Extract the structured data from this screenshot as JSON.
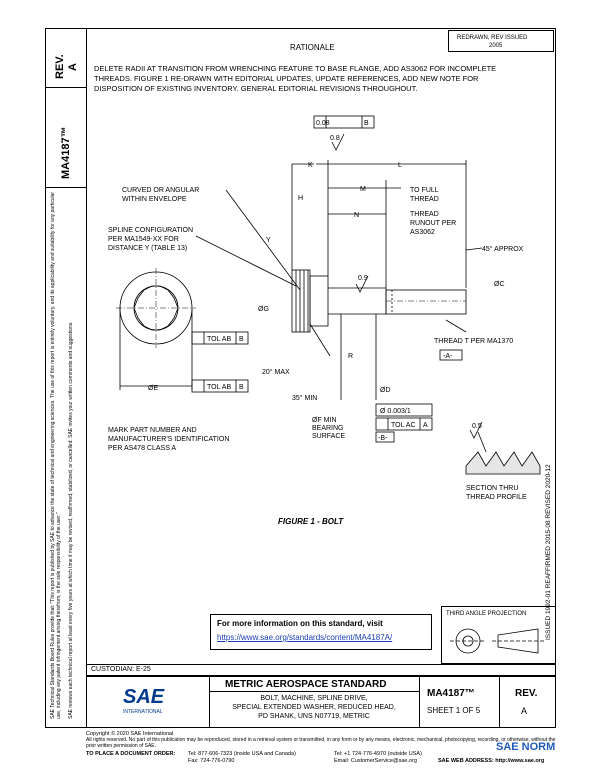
{
  "sidebar": {
    "rev_label": "REV.",
    "rev_value": "A",
    "doc_number": "MA4187™",
    "legal_text_1": "SAE Technical Standards Board Rules provide that: \"This report is published by SAE to advance the state of technical and engineering sciences. The use of this report is entirely voluntary, and its applicability and suitability for any particular use, including any patent infringement arising therefrom, is the sole responsibility of the user.\"",
    "legal_text_2": "SAE reviews each technical report at least every five years at which time it may be revised, reaffirmed, stabilized, or cancelled. SAE invites your written comments and suggestions."
  },
  "header": {
    "rationale_title": "RATIONALE",
    "stamp_line1": "REDRAWN, REV ISSUED",
    "stamp_line2": "2005",
    "rationale_text": [
      "DELETE RADII AT TRANSITION FROM WRENCHING FEATURE TO BASE FLANGE, ADD AS3062 FOR INCOMPLETE",
      "THREADS. FIGURE 1 RE-DRAWN WITH EDITORIAL UPDATES, UPDATE REFERENCES, ADD NEW NOTE FOR",
      "DISPOSITION OF EXISTING INVENTORY. GENERAL EDITORIAL REVISIONS THROUGHOUT."
    ]
  },
  "drawing": {
    "tol_008": "0.08",
    "datum_b": "B",
    "finish_08": "0.8",
    "dim_k": "K",
    "dim_l": "L",
    "dim_h": "H",
    "dim_m": "M",
    "dim_n": "N",
    "dim_y": "Y",
    "dim_g": "ØG",
    "dim_c": "ØC",
    "dim_e": "ØE",
    "dim_r": "R",
    "dim_d": "ØD",
    "finish_09": "0.9",
    "note_curved": [
      "CURVED OR ANGULAR",
      "WITHIN ENVELOPE"
    ],
    "note_spline": [
      "SPLINE CONFIGURATION",
      "PER MA1549-XX FOR",
      "DISTANCE Y (TABLE 13)"
    ],
    "note_full_thread": [
      "TO FULL",
      "THREAD"
    ],
    "note_runout": [
      "THREAD",
      "RUNOUT PER",
      "AS3062"
    ],
    "note_45": "45° APPROX",
    "note_thread_t": "THREAD T PER MA1370",
    "datum_a_box": "-A-",
    "tol_ab_1": "TOL AB",
    "tol_ab_2": "TOL AB",
    "note_20max": "20° MAX",
    "note_35min": "35° MIN",
    "note_bearing": [
      "ØF MIN",
      "BEARING",
      "SURFACE"
    ],
    "tol_0003": "Ø 0.003/1",
    "tol_ac": "TOL AC",
    "datum_a": "A",
    "datum_b_box": "-B-",
    "note_mark": [
      "MARK PART NUMBER AND",
      "MANUFACTURER'S IDENTIFICATION",
      "PER AS478 CLASS A"
    ],
    "finish_05": "0.5",
    "note_section": [
      "SECTION THRU",
      "THREAD PROFILE"
    ],
    "figure_caption": "FIGURE 1 - BOLT",
    "revision_vertical": "ISSUED 1992-01   REAFFIRMED 2015-08   REVISED 2020-12",
    "projection_label": "THIRD ANGLE PROJECTION"
  },
  "info_box": {
    "title": "For more information on this standard, visit",
    "link": "https://www.sae.org/standards/content/MA4187A/"
  },
  "title_block": {
    "custodian": "CUSTODIAN: E-25",
    "logo": "SAE",
    "logo_sub": "INTERNATIONAL",
    "standard_title": "METRIC AEROSPACE STANDARD",
    "description": [
      "BOLT, MACHINE, SPLINE DRIVE,",
      "SPECIAL EXTENDED WASHER, REDUCED HEAD,",
      "PD SHANK, UNS N07719, METRIC"
    ],
    "doc_number": "MA4187™",
    "sheet": "SHEET 1 OF 5",
    "rev_label": "REV.",
    "rev_value": "A"
  },
  "footer": {
    "copyright": "Copyright © 2020 SAE International",
    "rights": "All rights reserved. No part of this publication may be reproduced, stored in a retrieval system or transmitted, in any form or by any means, electronic, mechanical, photocopying, recording, or otherwise, without the prior written permission of SAE.",
    "order_label": "TO PLACE A DOCUMENT ORDER:",
    "tel1": "Tel: 877-606-7323 (inside USA and Canada)",
    "tel2": "Tel: +1 724-776-4970 (outside USA)",
    "fax": "Fax: 724-776-0790",
    "email": "Email: CustomerService@sae.org",
    "web": "SAE WEB ADDRESS:  http://www.sae.org",
    "watermark": "SAE NORM"
  }
}
